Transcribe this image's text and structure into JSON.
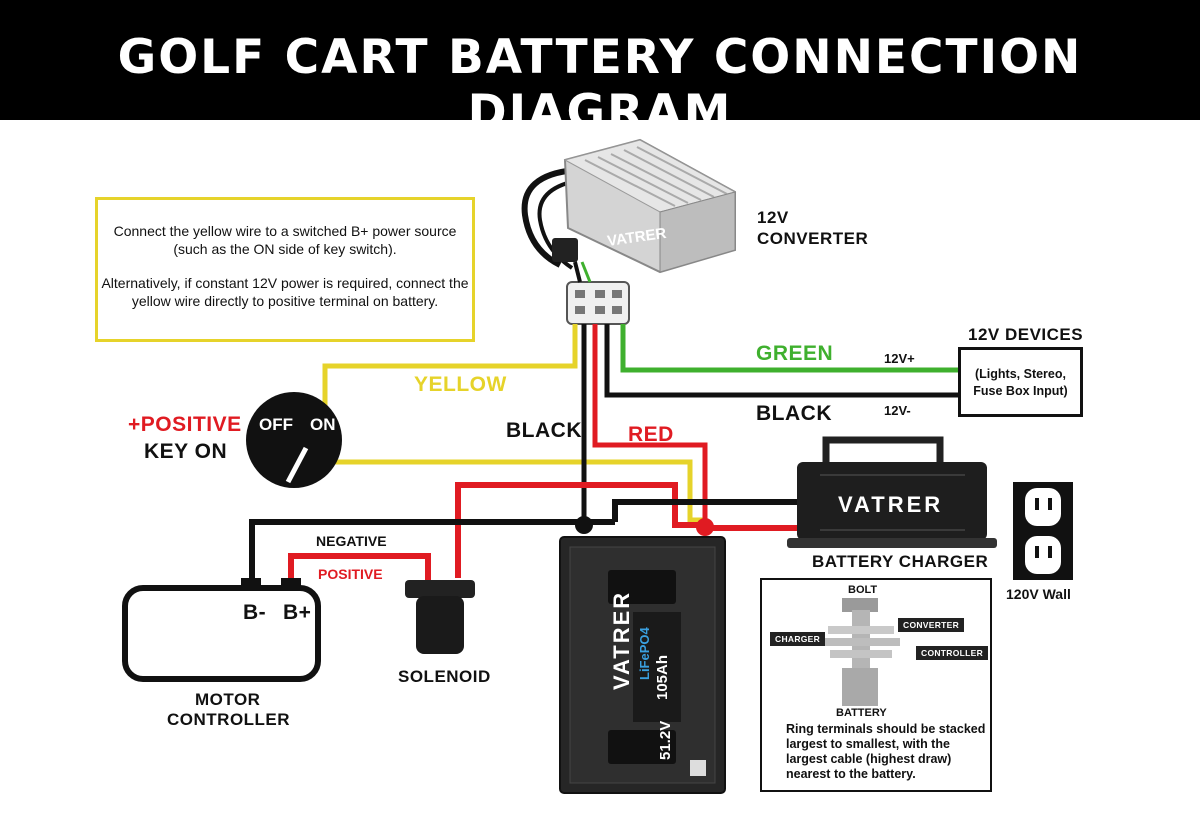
{
  "title": "GOLF CART BATTERY CONNECTION DIAGRAM",
  "note": {
    "para1": "Connect the yellow wire to a switched B+ power source (such as the ON side of key switch).",
    "para2": "Alternatively, if constant 12V power is required, connect the yellow wire directly to positive terminal on battery."
  },
  "converter": {
    "label_line1": "12V",
    "label_line2": "CONVERTER",
    "brand": "VATRER"
  },
  "devices": {
    "title": "12V DEVICES",
    "box_text": "(Lights, Stereo, Fuse Box Input)",
    "pos_label": "12V+",
    "neg_label": "12V-"
  },
  "wires": {
    "green": "GREEN",
    "black_top": "BLACK",
    "yellow": "YELLOW",
    "black_mid": "BLACK",
    "red": "RED",
    "negative": "NEGATIVE",
    "positive": "POSITIVE"
  },
  "key_switch": {
    "label_line1": "+POSITIVE",
    "label_line2": "KEY ON",
    "off": "OFF",
    "on": "ON"
  },
  "motor_controller": {
    "neg": "B-",
    "pos": "B+",
    "label_line1": "MOTOR",
    "label_line2": "CONTROLLER"
  },
  "solenoid": {
    "label": "SOLENOID"
  },
  "battery": {
    "brand": "VATRER",
    "chem": "LiFePO4",
    "capacity": "105Ah",
    "voltage": "51.2V"
  },
  "charger": {
    "brand": "VATRER",
    "label": "BATTERY CHARGER"
  },
  "wall": {
    "label": "120V Wall"
  },
  "inset": {
    "bolt": "BOLT",
    "converter": "CONVERTER",
    "charger": "CHARGER",
    "controller": "CONTROLLER",
    "battery": "BATTERY",
    "text": "Ring terminals should be stacked largest to smallest, with the largest cable (highest draw) nearest to the battery."
  },
  "colors": {
    "red": "#e01b22",
    "yellow": "#e6d32a",
    "green": "#3fb02e",
    "black": "#111111"
  }
}
